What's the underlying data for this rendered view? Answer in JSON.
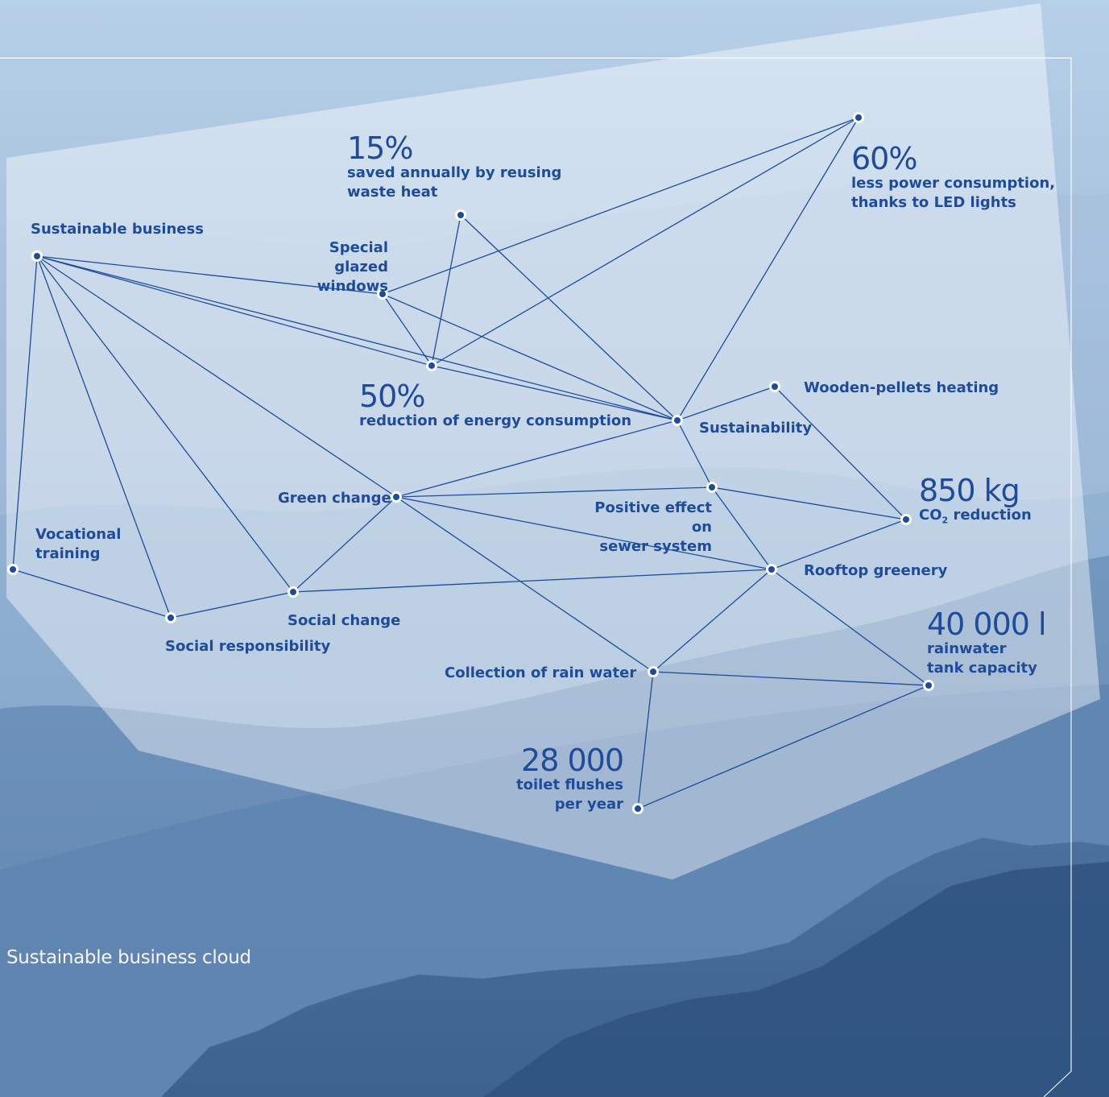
{
  "caption": "Sustainable business cloud",
  "nodes": {
    "sustainable_business": {
      "label": "Sustainable business"
    },
    "special_glazed_windows": {
      "label": "Special glazed\nwindows"
    },
    "saved_waste_heat": {
      "value": "15%",
      "label": "saved annually by reusing\nwaste heat"
    },
    "energy_reduction": {
      "value": "50%",
      "label": "reduction of energy consumption"
    },
    "led_lights": {
      "value": "60%",
      "label": "less power consumption,\nthanks to LED lights"
    },
    "sustainability": {
      "label": "Sustainability"
    },
    "wooden_pellets": {
      "label": "Wooden-pellets heating"
    },
    "green_change": {
      "label": "Green change"
    },
    "positive_effect": {
      "label": "Positive effect on\nsewer system"
    },
    "co2_reduction": {
      "value": "850 kg",
      "label_prefix": "CO",
      "label_sub": "2",
      "label_suffix": " reduction"
    },
    "rooftop_greenery": {
      "label": "Rooftop greenery"
    },
    "vocational_training": {
      "label": "Vocational\ntraining"
    },
    "social_change": {
      "label": "Social change"
    },
    "social_responsibility": {
      "label": "Social responsibility"
    },
    "rain_water": {
      "label": "Collection of rain water"
    },
    "rainwater_tank": {
      "value": "40 000 l",
      "label": "rainwater\ntank capacity"
    },
    "toilet_flushes": {
      "value": "28 000",
      "label": "toilet flushes\nper year"
    }
  },
  "edges": [
    [
      "sustainable_business",
      "special_glazed_windows"
    ],
    [
      "sustainable_business",
      "energy_reduction"
    ],
    [
      "sustainable_business",
      "sustainability"
    ],
    [
      "sustainable_business",
      "green_change"
    ],
    [
      "sustainable_business",
      "social_change"
    ],
    [
      "sustainable_business",
      "social_responsibility"
    ],
    [
      "sustainable_business",
      "vocational_training"
    ],
    [
      "special_glazed_windows",
      "led_lights"
    ],
    [
      "special_glazed_windows",
      "energy_reduction"
    ],
    [
      "special_glazed_windows",
      "sustainability"
    ],
    [
      "saved_waste_heat",
      "energy_reduction"
    ],
    [
      "saved_waste_heat",
      "sustainability"
    ],
    [
      "energy_reduction",
      "led_lights"
    ],
    [
      "energy_reduction",
      "sustainability"
    ],
    [
      "led_lights",
      "sustainability"
    ],
    [
      "sustainability",
      "wooden_pellets"
    ],
    [
      "sustainability",
      "green_change"
    ],
    [
      "sustainability",
      "positive_effect"
    ],
    [
      "wooden_pellets",
      "co2_reduction"
    ],
    [
      "green_change",
      "positive_effect"
    ],
    [
      "green_change",
      "rooftop_greenery"
    ],
    [
      "green_change",
      "social_change"
    ],
    [
      "green_change",
      "rain_water"
    ],
    [
      "positive_effect",
      "co2_reduction"
    ],
    [
      "positive_effect",
      "rooftop_greenery"
    ],
    [
      "co2_reduction",
      "rooftop_greenery"
    ],
    [
      "rooftop_greenery",
      "social_change"
    ],
    [
      "rooftop_greenery",
      "rain_water"
    ],
    [
      "rooftop_greenery",
      "rainwater_tank"
    ],
    [
      "vocational_training",
      "social_responsibility"
    ],
    [
      "social_responsibility",
      "social_change"
    ],
    [
      "rain_water",
      "rainwater_tank"
    ],
    [
      "rain_water",
      "toilet_flushes"
    ],
    [
      "rainwater_tank",
      "toilet_flushes"
    ]
  ],
  "colors": {
    "line": "#1e4c9a",
    "dot": "#1e4c9a",
    "panel": "#ffffff"
  }
}
